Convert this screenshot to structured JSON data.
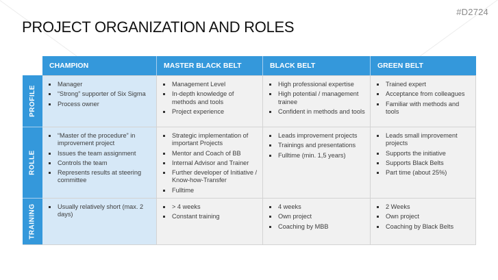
{
  "header": {
    "doc_id": "#D2724",
    "title": "PROJECT ORGANIZATION AND ROLES"
  },
  "columns": [
    "CHAMPION",
    "MASTER BLACK BELT",
    "BLACK BELT",
    "GREEN BELT"
  ],
  "rows": [
    {
      "label": "PROFILE",
      "cells": [
        [
          "Manager",
          "“Strong” supporter of Six Sigma",
          "Process owner"
        ],
        [
          "Management Level",
          "In-depth knowledge of methods and tools",
          "Project experience"
        ],
        [
          "High professional expertise",
          "High potential / management trainee",
          "Confident in methods and tools"
        ],
        [
          "Trained expert",
          "Acceptance from colleagues",
          "Familiar with methods and tools"
        ]
      ]
    },
    {
      "label": "ROLLE",
      "cells": [
        [
          "“Master of the procedure” in improvement project",
          "Issues the team assignment",
          "Controls the team",
          "Represents results at steering committee"
        ],
        [
          "Strategic implementation of important Projects",
          "Mentor and Coach of BB",
          "Internal Advisor and Trainer",
          "Further developer of Initiative / Know-how-Transfer",
          "Fulltime"
        ],
        [
          "Leads improvement projects",
          "Trainings and presentations",
          "Fulltime (min. 1,5 years)"
        ],
        [
          "Leads small improvement projects",
          "Supports the initiative",
          "Supports Black Belts",
          "Part time (about 25%)"
        ]
      ]
    },
    {
      "label": "TRAINING",
      "cells": [
        [
          "Usually relatively short (max. 2 days)"
        ],
        [
          "> 4 weeks",
          "Constant training"
        ],
        [
          "4 weeks",
          "Own project",
          "Coaching by MBB"
        ],
        [
          "2 Weeks",
          "Own project",
          "Coaching by Black Belts"
        ]
      ]
    }
  ],
  "colors": {
    "header_blue": "#3498db",
    "champion_fill": "#d6e8f7",
    "cell_fill": "#f1f1f1"
  }
}
